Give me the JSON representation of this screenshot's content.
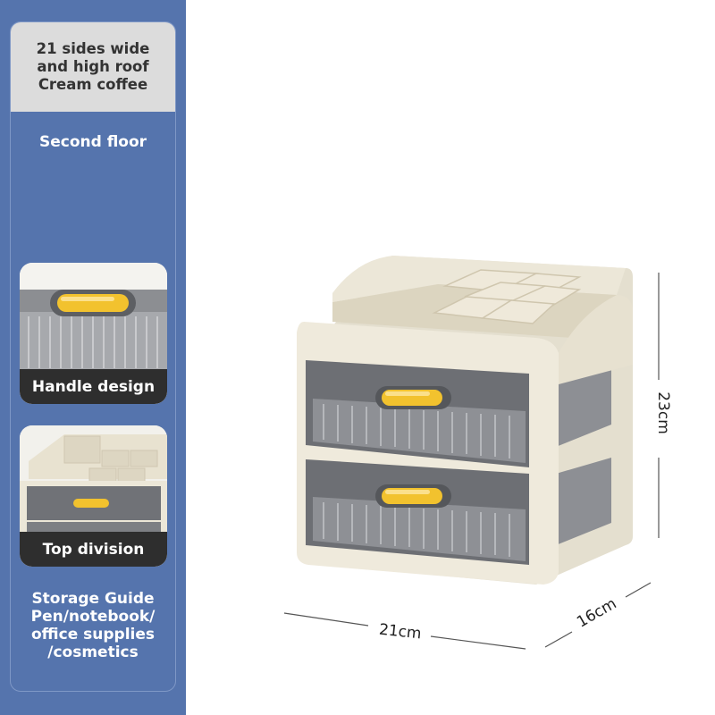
{
  "sidebar": {
    "title_lines": [
      "21 sides wide",
      "and high roof",
      "Cream coffee"
    ],
    "layers": "Second floor",
    "features": [
      {
        "label": "Handle design"
      },
      {
        "label": "Top division"
      }
    ],
    "guide_lines": [
      "Storage Guide",
      "Pen/notebook/",
      "office supplies",
      "/cosmetics"
    ]
  },
  "dimensions": {
    "height": "23cm",
    "width": "21cm",
    "depth": "16cm"
  },
  "colors": {
    "sidebar": "#5574ad",
    "cream": "#efeadc",
    "handle": "#f2c22e",
    "drawer": "#6d6f74"
  }
}
